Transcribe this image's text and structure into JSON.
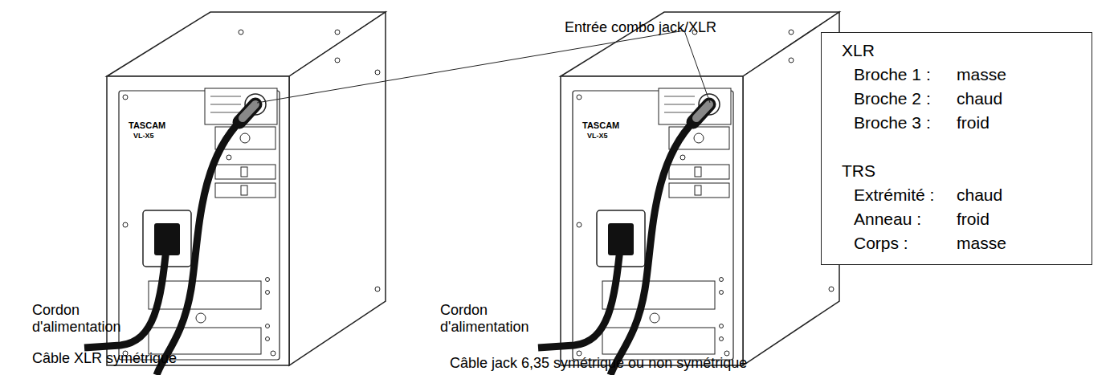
{
  "diagram": {
    "nodes": [
      {
        "text": [
          "XLR",
          "Broche 1 :",
          "masse",
          "Broche 2 :",
          "chaud",
          "Broche 3 :",
          "froid",
          "TRS",
          "Extrémité :",
          "chaud",
          "Anneau :",
          "froid",
          "Corps :",
          "masse"
        ]
      }
    ],
    "labels": [
      "Entrée combo jack/XLR",
      "Cordon d'alimentation",
      "Câble XLR symétrique",
      "Cordon d'alimentation",
      "Câble jack 6,35 symétrique ou non symétrique",
      "TASCAM",
      "VL-X5",
      "TASCAM",
      "VL-X5"
    ]
  }
}
